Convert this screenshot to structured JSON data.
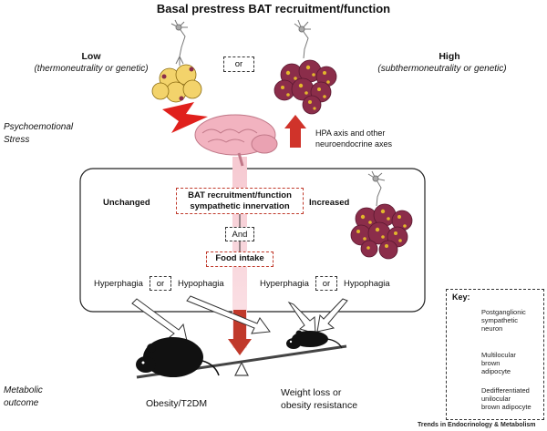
{
  "title": "Basal prestress BAT recruitment/function",
  "low": {
    "heading": "Low",
    "subtitle": "(thermoneutrality or genetic)"
  },
  "high": {
    "heading": "High",
    "subtitle": "(subthermoneutrality or genetic)"
  },
  "or_label": "or",
  "psycho": {
    "line1": "Psychoemotional",
    "line2": "Stress"
  },
  "hpa": {
    "line1": "HPA axis and other",
    "line2": "neuroendocrine axes"
  },
  "panel": {
    "unchanged": "Unchanged",
    "increased": "Increased",
    "bat_line1": "BAT recruitment/function",
    "bat_line2": "sympathetic innervation",
    "and": "And",
    "food": "Food intake",
    "left_hyper": "Hyperphagia",
    "left_or": "or",
    "left_hypo": "Hypophagia",
    "right_hyper": "Hyperphagia",
    "right_or": "or",
    "right_hypo": "Hypophagia"
  },
  "metabolic": {
    "line1": "Metabolic",
    "line2": "outcome"
  },
  "outcome_left": "Obesity/T2DM",
  "outcome_right": {
    "line1": "Weight loss or",
    "line2": "obesity resistance"
  },
  "key": {
    "title": "Key:",
    "items": [
      {
        "l1": "Postganglionic",
        "l2": "sympathetic",
        "l3": "neuron",
        "icon": "neuron-icon"
      },
      {
        "l1": "Multilocular",
        "l2": "brown",
        "l3": "adipocyte",
        "icon": "multilocular-adipocyte-icon"
      },
      {
        "l1": "Dedifferentiated",
        "l2": "unilocular",
        "l3": "brown adipocyte",
        "icon": "unilocular-adipocyte-icon"
      }
    ]
  },
  "footer": "Trends in Endocrinology & Metabolism",
  "colors": {
    "red": "#c0392b",
    "pink": "#f0b8c2",
    "brown_cell": "#8b2d4a",
    "lipid": "#e2b62c",
    "unilocular": "#f3d36b"
  }
}
